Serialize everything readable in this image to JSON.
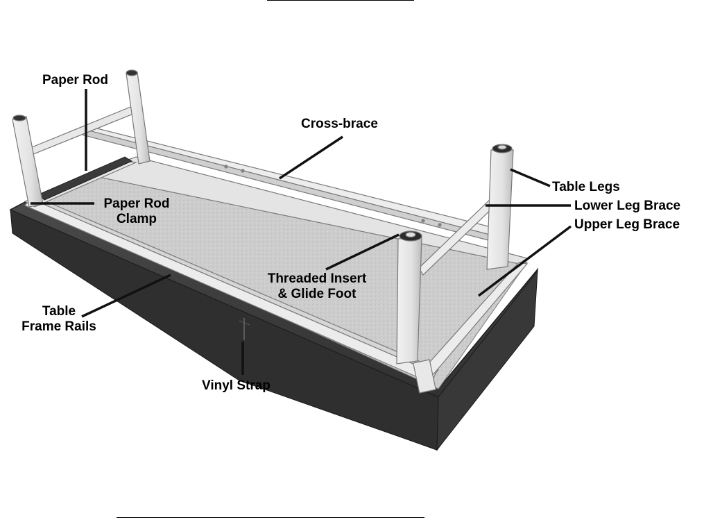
{
  "labels": {
    "paper_rod": "Paper Rod",
    "paper_rod_clamp_line1": "Paper Rod",
    "paper_rod_clamp_line2": "Clamp",
    "cross_brace": "Cross-brace",
    "table_legs": "Table Legs",
    "lower_leg_brace": "Lower Leg Brace",
    "upper_leg_brace": "Upper Leg Brace",
    "threaded_insert_line1": "Threaded Insert",
    "threaded_insert_line2": "& Glide Foot",
    "table_frame_rails_line1": "Table",
    "table_frame_rails_line2": "Frame Rails",
    "vinyl_strap": "Vinyl Strap"
  },
  "colors": {
    "label_text": "#000000",
    "leader_line": "#111111",
    "vinyl": "#3a3a3a",
    "vinyl_dark": "#2a2a2a",
    "board": "#cfcfcf",
    "frame": "#e8e8e8",
    "frame_edge": "#7a7a7a"
  }
}
